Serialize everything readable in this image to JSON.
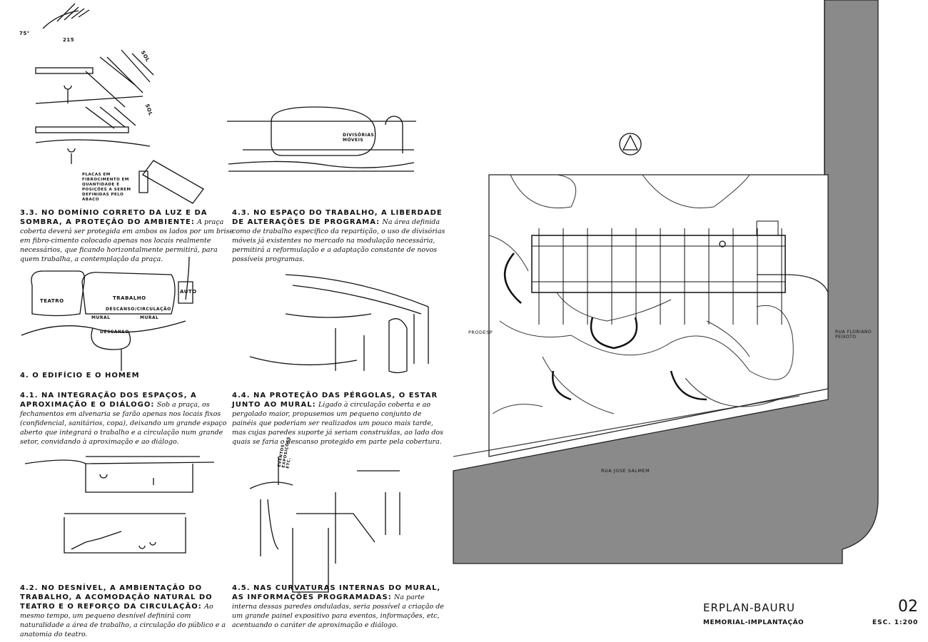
{
  "sections": [
    {
      "id": "3.3",
      "heading": "3.3. No domínio correto da luz e da sombra, a proteção do ambiente:",
      "body": "A praça coberta deverá ser protegida em ambos os lados por um brise em fibro-cimento colocado apenas nos locais realmente necessários, que ficando horizontalmente permitirá, para quem trabalha, a contemplação da praça."
    },
    {
      "id": "4.3",
      "heading": "4.3. No espaço do trabalho, a liberdade de alterações de programa:",
      "body": "Na área definida como de trabalho específico da repartição, o uso de divisórias móveis já existentes no mercado na modulação necessária, permitirá a reformulação e a adaptação constante de novos possíveis programas."
    },
    {
      "id": "4",
      "heading": "4. O edifício e o homem",
      "body": ""
    },
    {
      "id": "4.1",
      "heading": "4.1. Na integração dos espaços, a aproximação e o diálogo:",
      "body": "Sob a praça, os fechamentos em alvenaria se farão apenas nos locais fixos (confidencial, sanitários, copa), deixando um grande espaço aberto que integrará o trabalho e a circulação num grande setor, convidando à aproximação e ao diálogo."
    },
    {
      "id": "4.4",
      "heading": "4.4. Na proteção das pérgolas, o estar junto ao mural:",
      "body": "Ligado à circulação coberta e ao pergolado maior, propusemos um pequeno conjunto de painéis que poderiam ser realizados um pouco mais tarde, mas cujas paredes suporte já seriam construídas, ao lado dos quais se faria o descanso protegido em parte pela cobertura."
    },
    {
      "id": "4.2",
      "heading": "4.2. No desnível, a ambientação do trabalho, a acomodação natural do teatro e o reforço da circulação:",
      "body": "Ao mesmo tempo, um pequeno desnível definirá com naturalidade a área de trabalho, a circulação do público e a anatomia do teatro."
    },
    {
      "id": "4.5",
      "heading": "4.5. Nas curvaturas internas do mural, as informações programadas:",
      "body": "Na parte interna dessas paredes onduladas, seria possível a criação de um grande painel expositivo para eventos, informações, etc, acentuando o caráter de aproximação e diálogo."
    }
  ],
  "sketch_labels": {
    "sol1": "SOL",
    "sol2": "SOL",
    "angle": "75°",
    "dim": "215",
    "placas": "PLACAS EM FIBROCIMENTO EM QUANTIDADE E POSIÇÕES A SEREM DEFINIDAS PELO ÁBACO",
    "divisorias": "DIVISÓRIAS MÓVEIS",
    "teatro": "TEATRO",
    "trabalho": "TRABALHO",
    "auto": "AUTO",
    "descanso_circ": "DESCANSO/CIRCULAÇÃO",
    "mural1": "MURAL",
    "mural2": "MURAL",
    "descanso": "DESCANSO",
    "eventos": "EVENTOS EXPOSIÇÕES ETC."
  },
  "map_labels": {
    "prodesp": "PRODESP",
    "rua_floriano": "RUA FLORIANO PEIXOTO",
    "rua_jose": "RUA JOSE SALMEM"
  },
  "title_block": {
    "project": "ERPLAN-BAURU",
    "subtitle": "MEMORIAL-IMPLANTAÇÃO",
    "sheet": "02",
    "scale": "ESC. 1:200"
  },
  "colors": {
    "street": "#8a8a8a",
    "ink": "#111111"
  }
}
